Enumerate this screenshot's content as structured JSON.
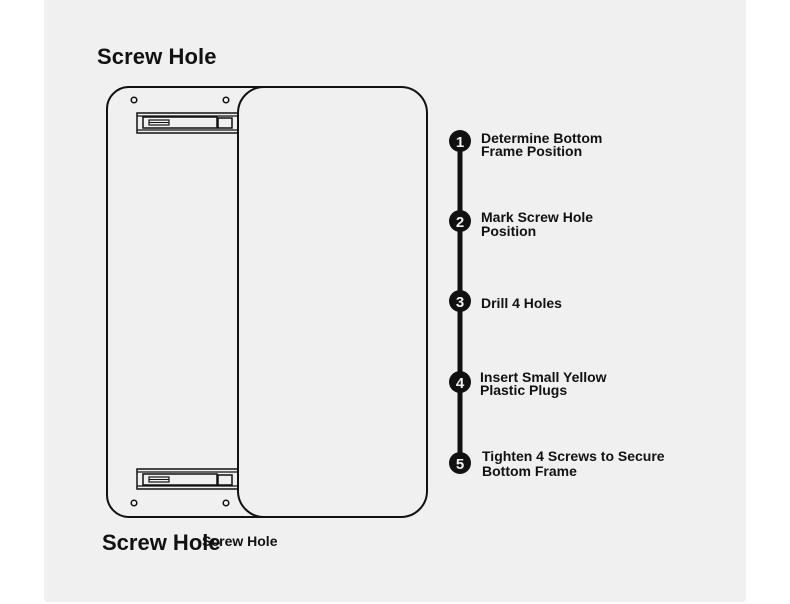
{
  "diagram": {
    "label_top": "Screw Hole",
    "label_bottom": "Screw Hole",
    "label_bottom_small": "Screw Hole"
  },
  "steps": [
    {
      "number": "1",
      "line1": "Determine Bottom",
      "line2": "Frame Position"
    },
    {
      "number": "2",
      "line1": "Mark Screw Hole",
      "line2": "Position"
    },
    {
      "number": "3",
      "line1": "Drill 4 Holes",
      "line2": ""
    },
    {
      "number": "4",
      "line1": "Insert Small Yellow",
      "line2": "Plastic Plugs"
    },
    {
      "number": "5",
      "line1": "Tighten 4 Screws to Secure",
      "line2": "Bottom Frame"
    }
  ],
  "colors": {
    "panel": "#f0f0f0",
    "ink": "#111111"
  }
}
